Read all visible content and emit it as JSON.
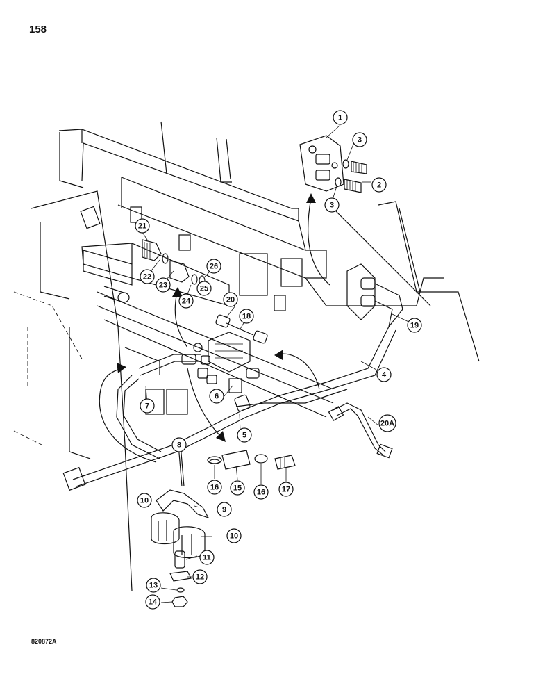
{
  "page": {
    "number": "158",
    "figure_code": "820872A"
  },
  "callouts": [
    {
      "label": "1"
    },
    {
      "label": "2"
    },
    {
      "label": "3"
    },
    {
      "label": "3"
    },
    {
      "label": "4"
    },
    {
      "label": "5"
    },
    {
      "label": "6"
    },
    {
      "label": "7"
    },
    {
      "label": "8"
    },
    {
      "label": "9"
    },
    {
      "label": "10"
    },
    {
      "label": "10"
    },
    {
      "label": "11"
    },
    {
      "label": "12"
    },
    {
      "label": "13"
    },
    {
      "label": "14"
    },
    {
      "label": "15"
    },
    {
      "label": "16"
    },
    {
      "label": "16"
    },
    {
      "label": "17"
    },
    {
      "label": "18"
    },
    {
      "label": "19"
    },
    {
      "label": "20"
    },
    {
      "label": "20A"
    },
    {
      "label": "21"
    },
    {
      "label": "22"
    },
    {
      "label": "23"
    },
    {
      "label": "24"
    },
    {
      "label": "25"
    },
    {
      "label": "26"
    }
  ]
}
